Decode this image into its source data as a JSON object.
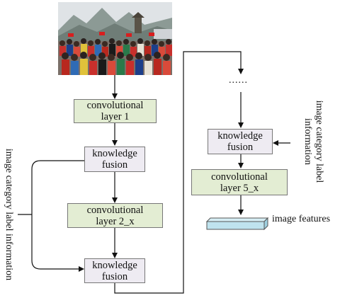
{
  "diagram": {
    "left_column": {
      "conv1": "convolutional\nlayer 1",
      "kf1": "knowledge\nfusion",
      "conv2": "convolutional\nlayer 2_x",
      "kf2": "knowledge\nfusion"
    },
    "right_column": {
      "ellipsis": "......",
      "kf": "knowledge\nfusion",
      "conv5": "convolutional\nlayer 5_x",
      "features_label": "image features"
    },
    "left_side_label": "image category label information",
    "right_side_label": "image category label\ninformation"
  },
  "colors": {
    "conv_fill": "#e3edd3",
    "knowledge_fill": "#eeebf2",
    "feature_bar": "#bfe3ee"
  }
}
